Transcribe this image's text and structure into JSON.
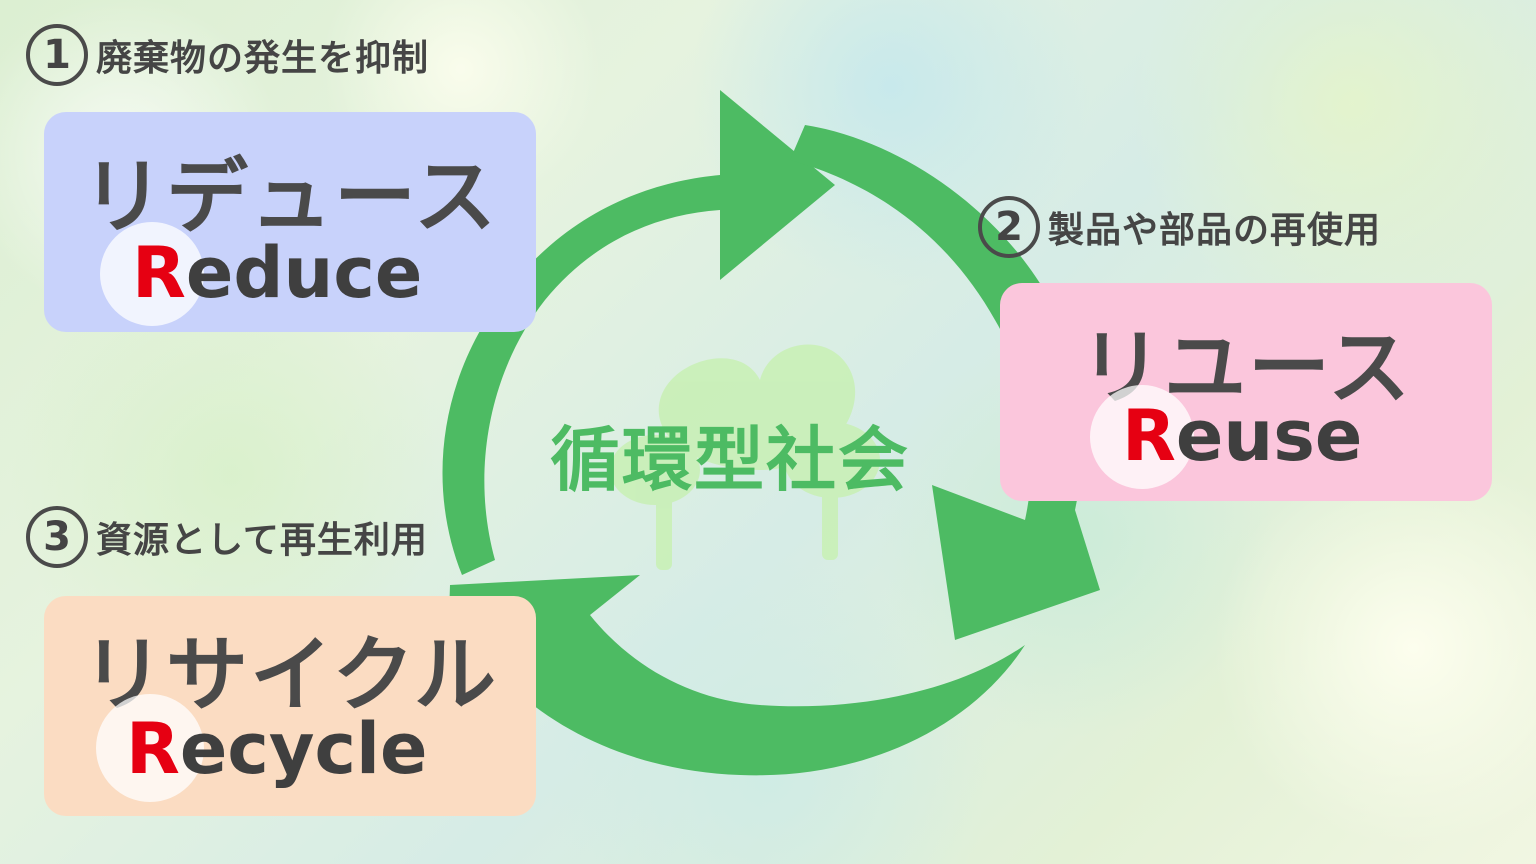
{
  "center_title": "循環型社会",
  "steps": [
    {
      "number": "1",
      "heading": "廃棄物の発生を抑制",
      "japanese": "リデュース",
      "english_initial": "R",
      "english_rest": "educe",
      "color": "#c8d2fb"
    },
    {
      "number": "2",
      "heading": "製品や部品の再使用",
      "japanese": "リユース",
      "english_initial": "R",
      "english_rest": "euse",
      "color": "#fbc6dc"
    },
    {
      "number": "3",
      "heading": "資源として再生利用",
      "japanese": "リサイクル",
      "english_initial": "R",
      "english_rest": "ecycle",
      "color": "#fbdcc2"
    }
  ],
  "colors": {
    "arrow": "#4dbb63",
    "accent_r": "#e60012",
    "sprout": "#c8f0b4"
  }
}
